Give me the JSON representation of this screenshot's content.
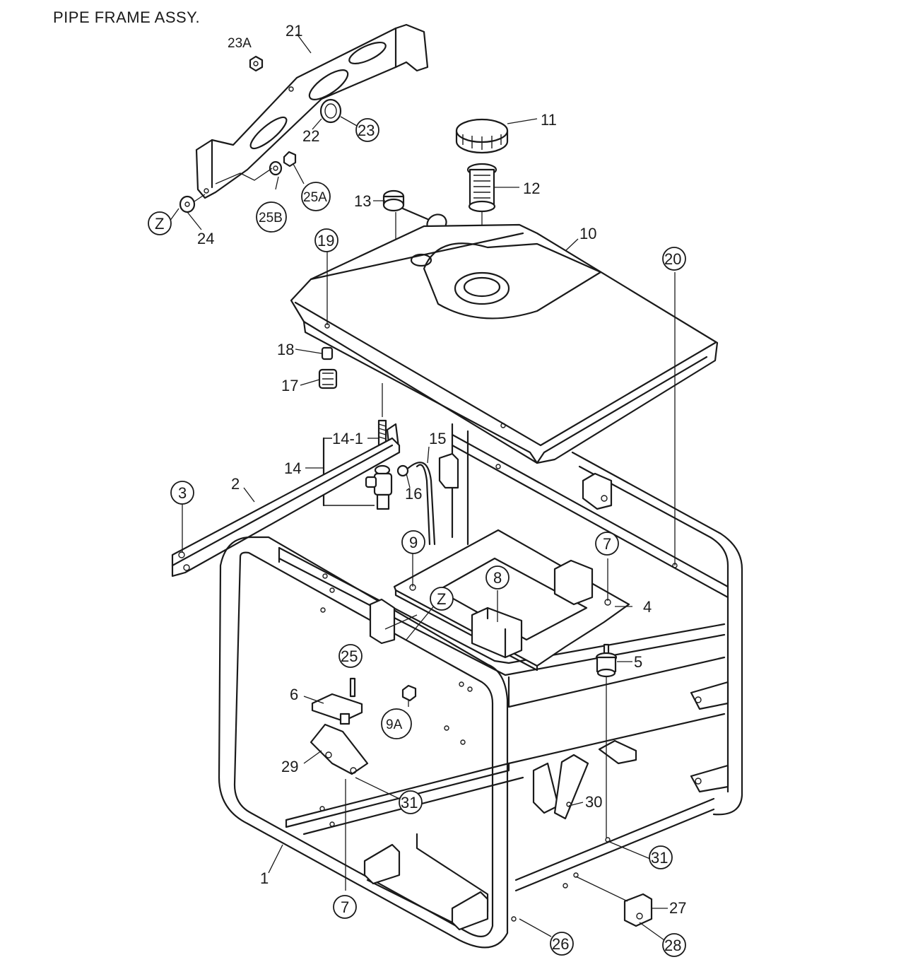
{
  "title": "PIPE FRAME ASSY.",
  "callouts": [
    {
      "id": "c21",
      "text": "21",
      "circled": false
    },
    {
      "id": "c23A",
      "text": "23A",
      "circled": false
    },
    {
      "id": "c22",
      "text": "22",
      "circled": false
    },
    {
      "id": "c23",
      "text": "23",
      "circled": true
    },
    {
      "id": "c25A",
      "text": "25A",
      "circled": true
    },
    {
      "id": "c25B",
      "text": "25B",
      "circled": true
    },
    {
      "id": "cZ1",
      "text": "Z",
      "circled": true
    },
    {
      "id": "c24",
      "text": "24",
      "circled": false
    },
    {
      "id": "c11",
      "text": "11",
      "circled": false
    },
    {
      "id": "c12",
      "text": "12",
      "circled": false
    },
    {
      "id": "c13",
      "text": "13",
      "circled": false
    },
    {
      "id": "c10",
      "text": "10",
      "circled": false
    },
    {
      "id": "c19",
      "text": "19",
      "circled": true
    },
    {
      "id": "c20",
      "text": "20",
      "circled": true
    },
    {
      "id": "c18",
      "text": "18",
      "circled": false
    },
    {
      "id": "c17",
      "text": "17",
      "circled": false
    },
    {
      "id": "c14-1",
      "text": "14-1",
      "circled": false
    },
    {
      "id": "c15",
      "text": "15",
      "circled": false
    },
    {
      "id": "c14",
      "text": "14",
      "circled": false
    },
    {
      "id": "c16",
      "text": "16",
      "circled": false
    },
    {
      "id": "c3",
      "text": "3",
      "circled": true
    },
    {
      "id": "c2",
      "text": "2",
      "circled": false
    },
    {
      "id": "c9",
      "text": "9",
      "circled": true
    },
    {
      "id": "c7a",
      "text": "7",
      "circled": true
    },
    {
      "id": "c8",
      "text": "8",
      "circled": true
    },
    {
      "id": "cZ2",
      "text": "Z",
      "circled": true
    },
    {
      "id": "c4",
      "text": "4",
      "circled": false
    },
    {
      "id": "c25",
      "text": "25",
      "circled": true
    },
    {
      "id": "c5",
      "text": "5",
      "circled": false
    },
    {
      "id": "c6",
      "text": "6",
      "circled": false
    },
    {
      "id": "c9A",
      "text": "9A",
      "circled": true
    },
    {
      "id": "c29",
      "text": "29",
      "circled": false
    },
    {
      "id": "c31a",
      "text": "31",
      "circled": true
    },
    {
      "id": "c30",
      "text": "30",
      "circled": false
    },
    {
      "id": "c31b",
      "text": "31",
      "circled": true
    },
    {
      "id": "c1",
      "text": "1",
      "circled": false
    },
    {
      "id": "c7b",
      "text": "7",
      "circled": true
    },
    {
      "id": "c27",
      "text": "27",
      "circled": false
    },
    {
      "id": "c26",
      "text": "26",
      "circled": true
    },
    {
      "id": "c28",
      "text": "28",
      "circled": true
    }
  ]
}
